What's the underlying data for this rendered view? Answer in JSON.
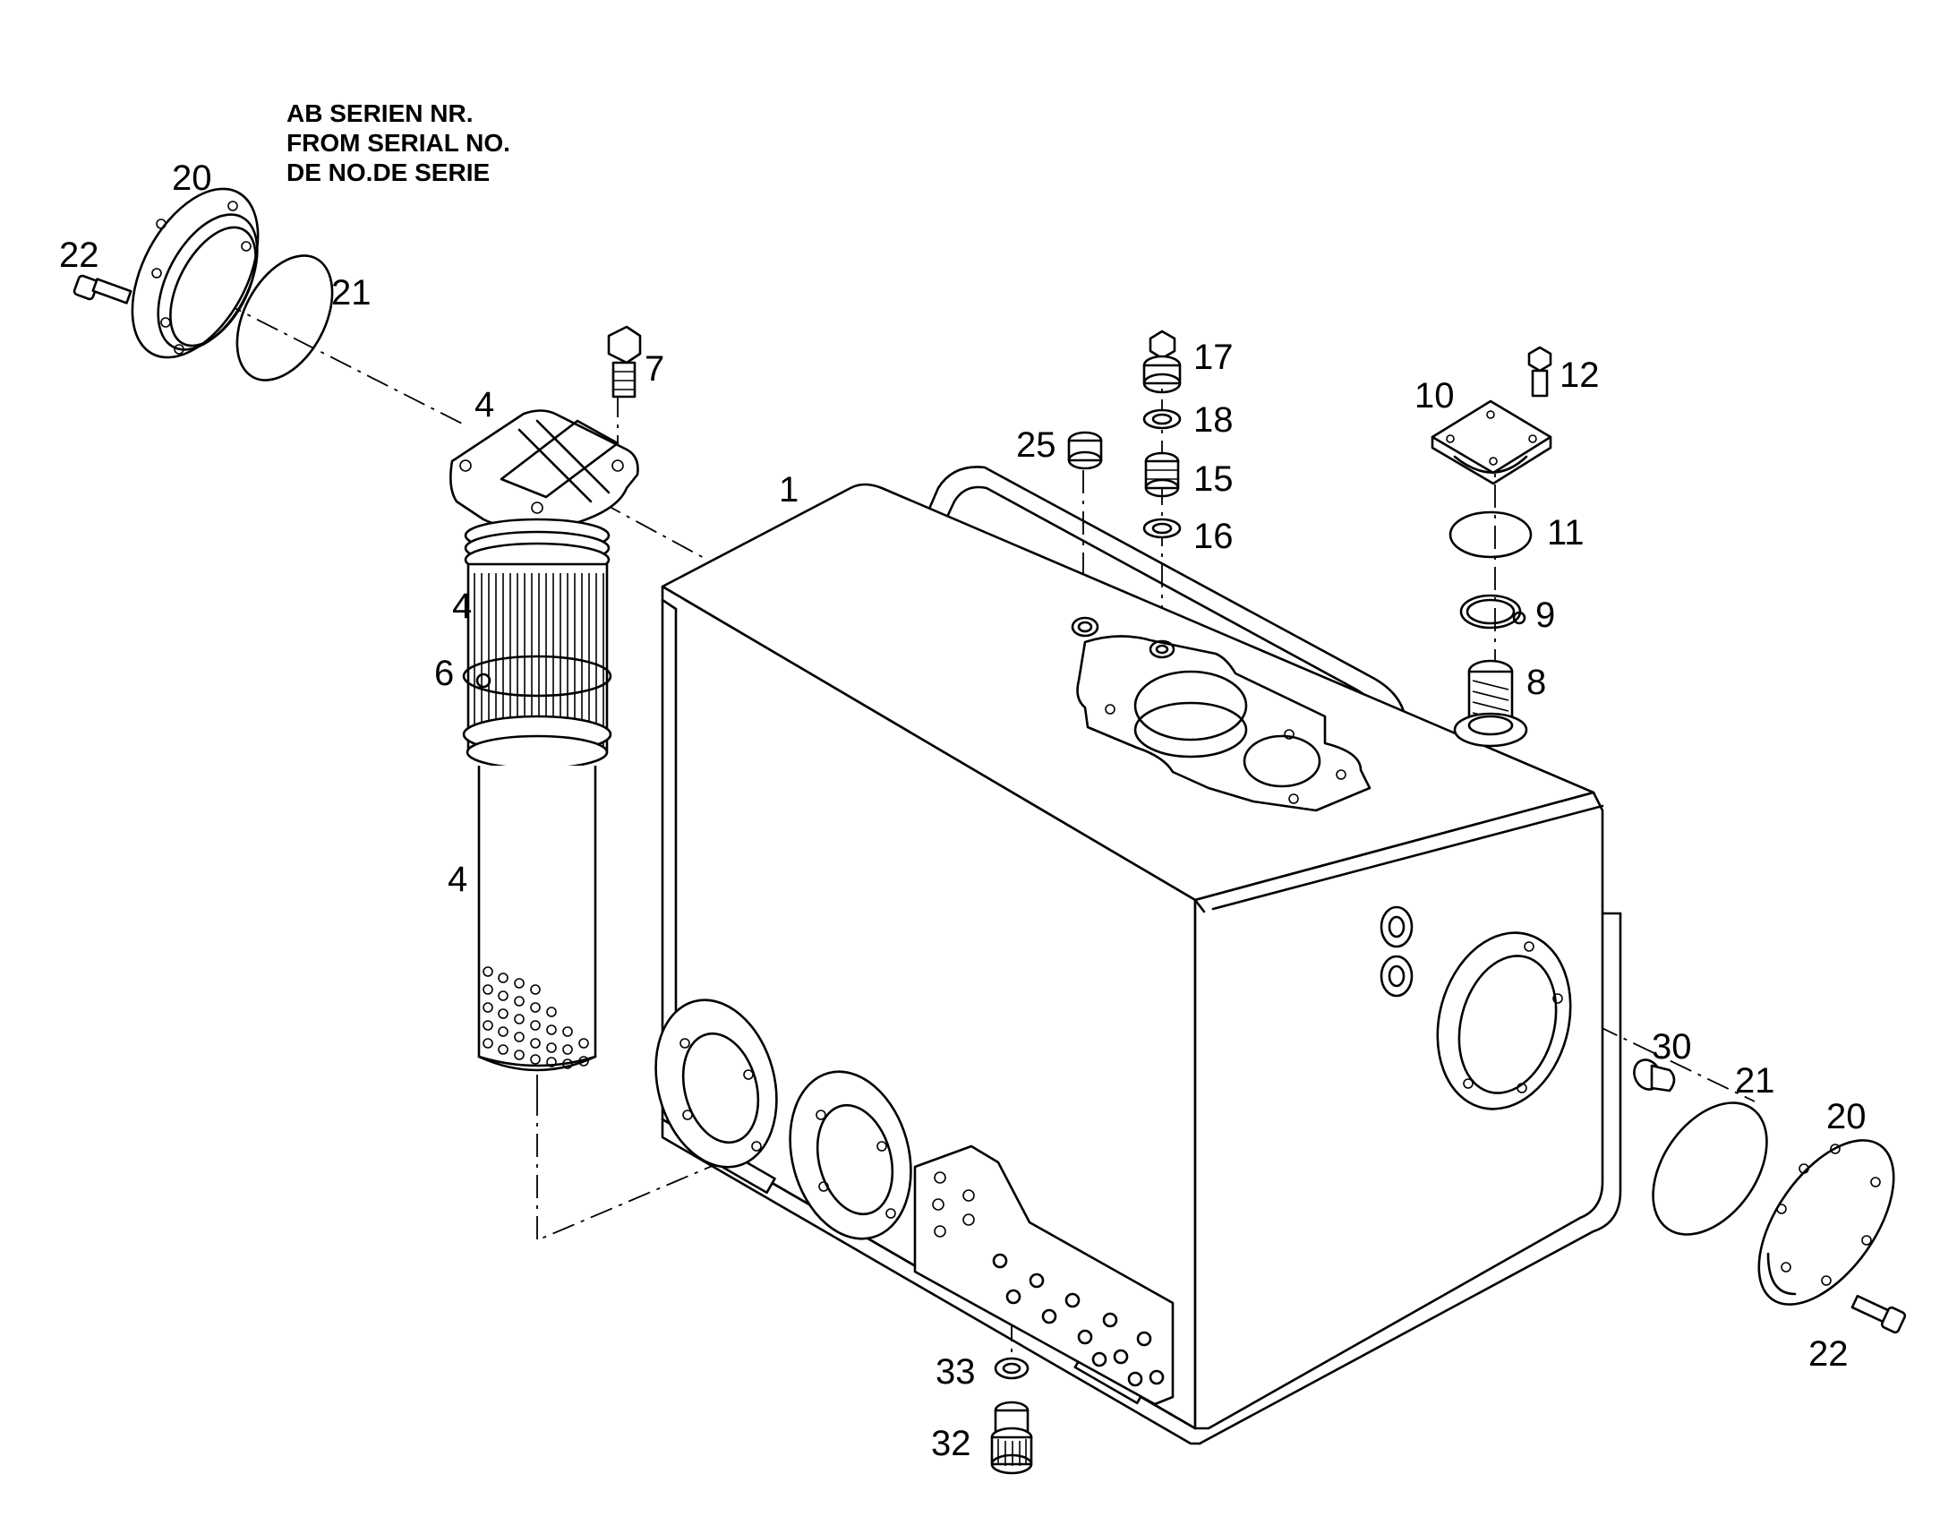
{
  "note": {
    "line1": "AB SERIEN NR.",
    "line2": "FROM SERIAL NO.",
    "line3": "DE NO.DE SERIE"
  },
  "labels": {
    "p20a": "20",
    "p22a": "22",
    "p21a": "21",
    "p7": "7",
    "p4a": "4",
    "p4b": "4",
    "p6": "6",
    "p4c": "4",
    "p1": "1",
    "p25": "25",
    "p17": "17",
    "p18": "18",
    "p15": "15",
    "p16": "16",
    "p10": "10",
    "p12": "12",
    "p11": "11",
    "p9": "9",
    "p8": "8",
    "p30": "30",
    "p21b": "21",
    "p20b": "20",
    "p22b": "22",
    "p33": "33",
    "p32": "32"
  }
}
